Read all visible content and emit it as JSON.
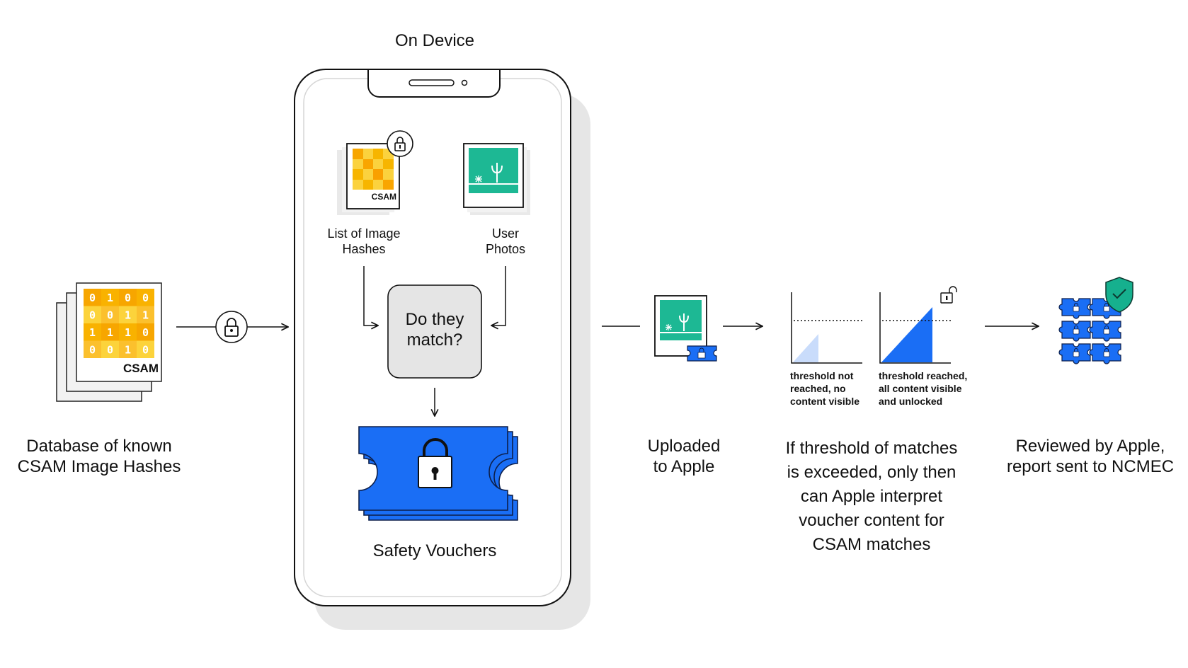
{
  "on_device_label": "On Device",
  "database": {
    "binary_grid": [
      "0",
      "1",
      "0",
      "0",
      "0",
      "0",
      "1",
      "1",
      "1",
      "1",
      "1",
      "0",
      "0",
      "0",
      "1",
      "0"
    ],
    "badge": "CSAM",
    "caption": "Database of known\nCSAM Image Hashes"
  },
  "hash_list": {
    "badge": "CSAM",
    "caption": "List of Image\nHashes"
  },
  "user_photos": {
    "caption": "User\nPhotos"
  },
  "match_box": {
    "label": "Do they\nmatch?"
  },
  "safety_vouchers": {
    "caption": "Safety Vouchers"
  },
  "upload": {
    "caption": "Uploaded\nto Apple"
  },
  "threshold": {
    "not_reached_label": "threshold not\nreached, no\ncontent visible",
    "reached_label": "threshold reached,\nall content visible\nand unlocked",
    "caption": "If threshold of matches\nis exceeded, only then\ncan Apple interpret\nvoucher content for\nCSAM matches"
  },
  "review": {
    "caption": "Reviewed by Apple,\nreport sent to NCMEC"
  },
  "colors": {
    "blue": "#1a6ef5",
    "teal": "#1db894",
    "yellow": "#f7b500",
    "light_blue": "#c9dcfb",
    "gray": "#e8e8e8",
    "green_shield": "#16b08e"
  }
}
